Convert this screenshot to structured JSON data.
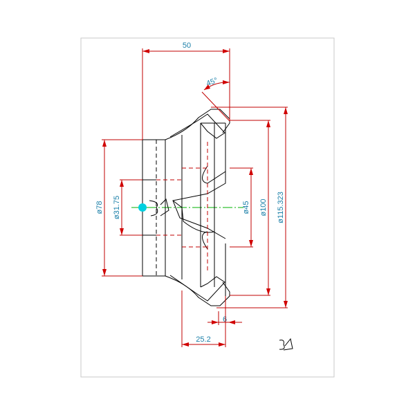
{
  "drawing": {
    "dimensions": {
      "length_total": "50",
      "chamfer_angle": "45°",
      "dia_bore": "ø31.75",
      "dia_hub": "ø78",
      "dia_recess": "ø45",
      "dia_body": "ø100",
      "dia_outer": "ø115.323",
      "width_tooth": "6",
      "width_body": "25.2"
    },
    "colors": {
      "dimension": "#c00000",
      "text": "#1a7fa8",
      "centerline": "#00b000",
      "snap": "#00d0e0"
    }
  }
}
